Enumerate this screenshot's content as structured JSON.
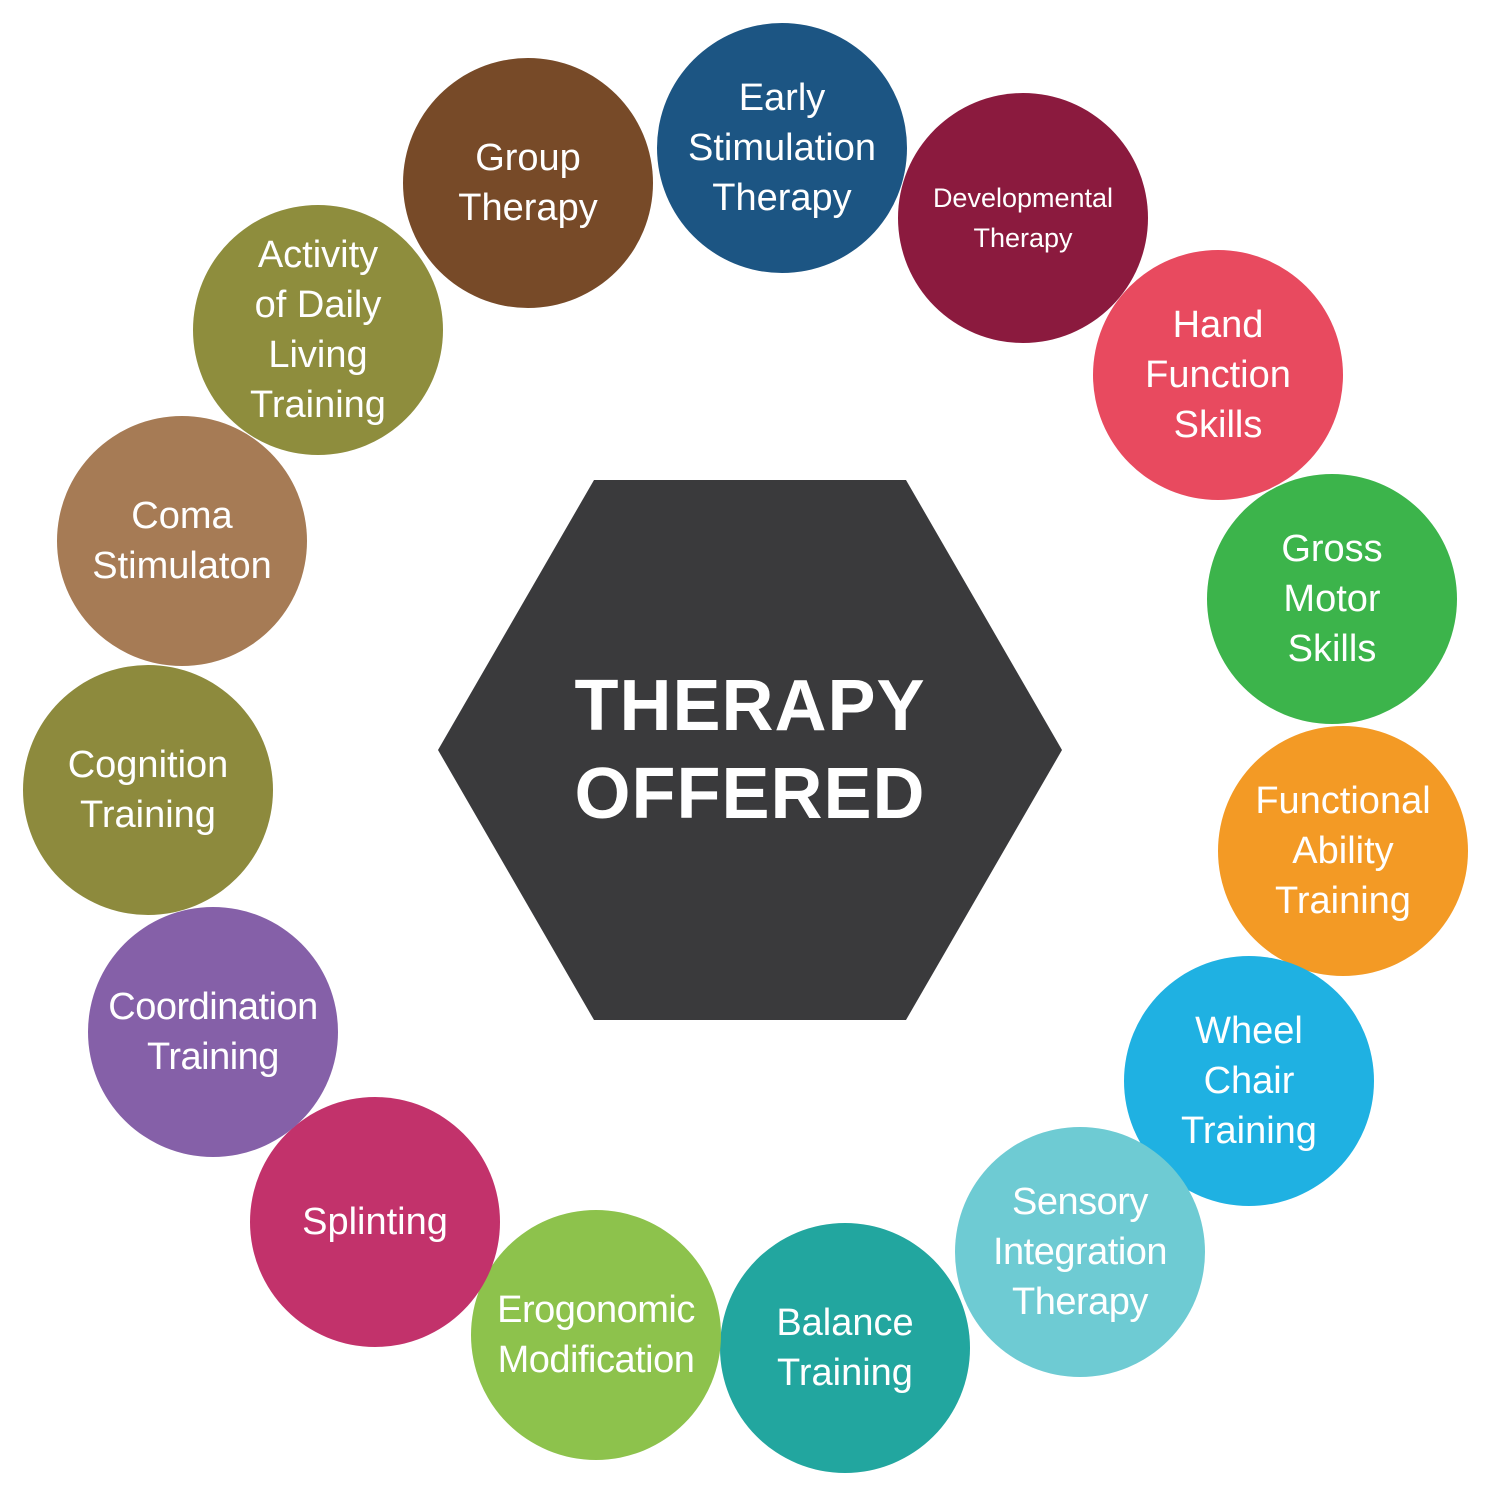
{
  "center": {
    "title": "THERAPY\nOFFERED",
    "color": "#3a3a3c"
  },
  "bubbles": [
    {
      "label": "Early\nStimulation\nTherapy",
      "color": "#1c5583"
    },
    {
      "label": "Developmental\nTherapy",
      "color": "#8b1a3e"
    },
    {
      "label": "Hand\nFunction\nSkills",
      "color": "#e84a5f"
    },
    {
      "label": "Gross\nMotor\nSkills",
      "color": "#3cb44b"
    },
    {
      "label": "Functional\nAbility\nTraining",
      "color": "#f39a25"
    },
    {
      "label": "Wheel\nChair\nTraining",
      "color": "#1fb1e2"
    },
    {
      "label": "Sensory\nIntegration\nTherapy",
      "color": "#6ecbd3"
    },
    {
      "label": "Balance\nTraining",
      "color": "#22a69f"
    },
    {
      "label": "Erogonomic\nModification",
      "color": "#8dc24c"
    },
    {
      "label": "Splinting",
      "color": "#c2326b"
    },
    {
      "label": "Coordination\nTraining",
      "color": "#8560a8"
    },
    {
      "label": "Cognition\nTraining",
      "color": "#8d8a3d"
    },
    {
      "label": "Coma\nStimulaton",
      "color": "#a67b55"
    },
    {
      "label": "Activity\nof Daily\nLiving\nTraining",
      "color": "#8e8d3d"
    },
    {
      "label": "Group\nTherapy",
      "color": "#774a28"
    }
  ]
}
